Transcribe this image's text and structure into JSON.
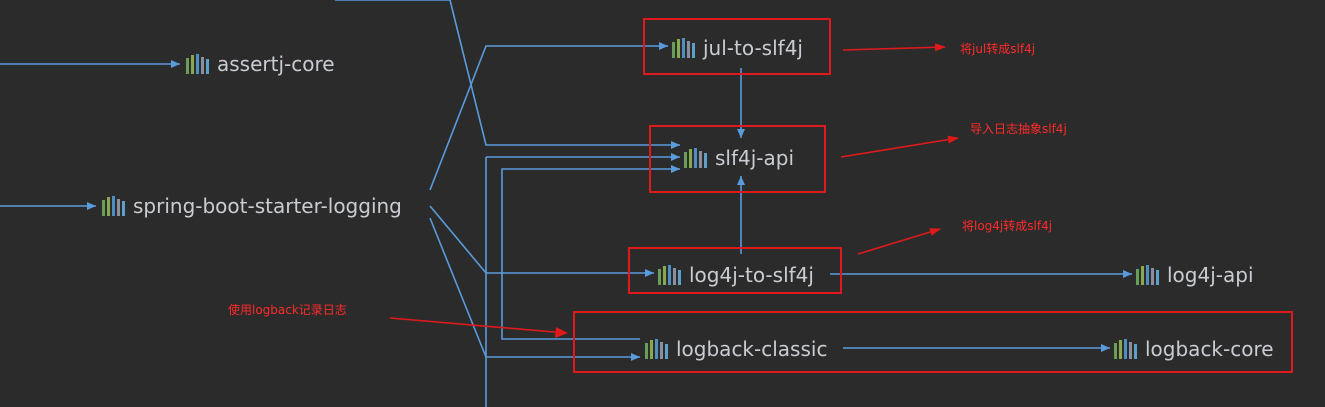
{
  "nodes": {
    "assertj_core": "assertj-core",
    "spring_boot_starter_logging": "spring-boot-starter-logging",
    "jul_to_slf4j": "jul-to-slf4j",
    "slf4j_api": "slf4j-api",
    "log4j_to_slf4j": "log4j-to-slf4j",
    "log4j_api": "log4j-api",
    "logback_classic": "logback-classic",
    "logback_core": "logback-core"
  },
  "annotations": {
    "jul": "将jul转成slf4j",
    "slf4j": "导入日志抽象slf4j",
    "log4j": "将log4j转成slf4j",
    "logback": "使用logback记录日志"
  },
  "colors": {
    "background": "#2b2b2b",
    "edge": "#5a9bdc",
    "highlight": "#e01a1a",
    "node_text": "#c9cdd3",
    "annotation_text": "#ff2a2a"
  },
  "icons": {
    "library": "library-icon"
  }
}
